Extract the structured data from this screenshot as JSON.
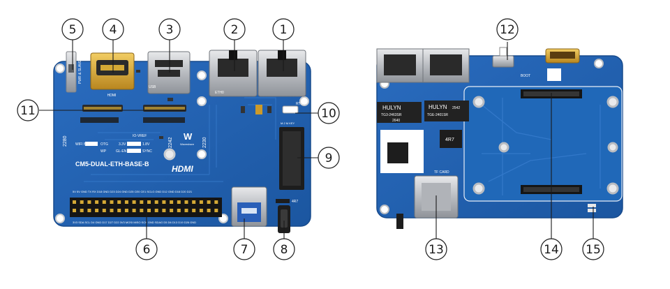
{
  "callouts": [
    "1",
    "2",
    "3",
    "4",
    "5",
    "6",
    "7",
    "8",
    "9",
    "10",
    "11",
    "12",
    "13",
    "14",
    "15"
  ],
  "board_front": {
    "model_label": "CM5-DUAL-ETH-BASE-B",
    "hdmi_logo": "HDMI",
    "hdmi_label": "HDMI",
    "usb_label": "USB",
    "pwr_label": "PWR & SLAVE",
    "rtc_label": "RTC",
    "eth_label": "ETH0",
    "m2_label": "M.2 M KEY",
    "size_2280": "2280",
    "size_2242": "2242",
    "size_2230": "2230",
    "io_vref_title": "IO-VREF",
    "io_vref_33": "3.3V",
    "io_vref_18": "1.8V",
    "wifi_bt": "WIFI BT",
    "otg": "OTG",
    "wp": "WP",
    "gl_en": "GL-EN",
    "sync": "SYNC",
    "chip_4r7": "4R7",
    "gpio_top": "5V 5V GND TX RX D18 GND D23 D24 GND D25 CE0 CE1 SCLG GND D12 GND D16 D20 D21",
    "gpio_bottom": "3V3 SDA SCL D4 GND D17 D27 D22 3V3 MOSI MISO SCK GND SDAG D5 D6 D13 D19 D26 GND",
    "brand": "Waveshare"
  },
  "board_back": {
    "mag1_brand": "HULYN",
    "mag1_part": "TG3-2463SR",
    "mag1_code": "2640",
    "mag2_brand": "HULYN",
    "mag2_part": "TGE-2401SR",
    "mag2_code": "2542",
    "chip_4r7": "4R7",
    "tf_label": "TF CARD",
    "boot_label": "BOOT"
  },
  "colors": {
    "pcb": "#1f5fae",
    "pcb_dark": "#174a8c",
    "pcb_light": "#3a7fd0",
    "gold": "#d4a935",
    "metal": "#c9ccd0"
  }
}
